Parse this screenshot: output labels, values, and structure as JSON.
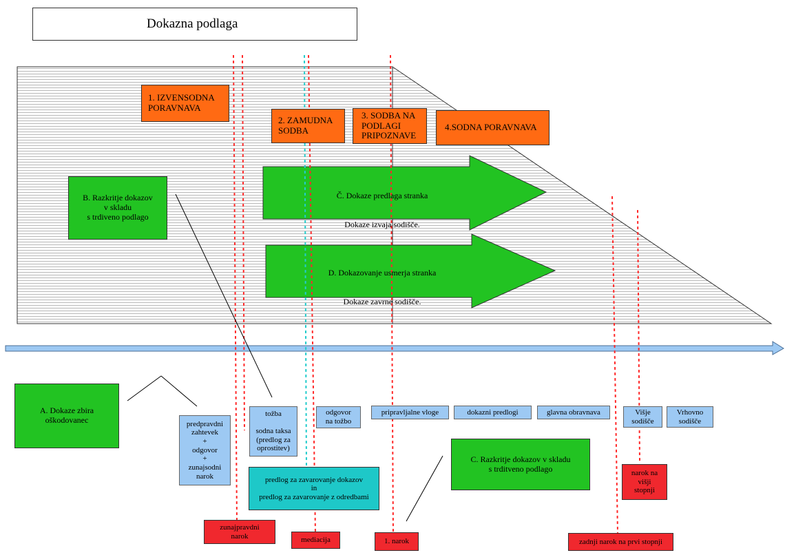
{
  "title": "Dokazna podlaga",
  "stages": [
    {
      "label": "1. IZVENSODNA\nPORAVNAVA"
    },
    {
      "label": "2. ZAMUDNA\n SODBA"
    },
    {
      "label": "3. SODBA NA\nPODLAGI\nPRIPOZNAVE"
    },
    {
      "label": "4.SODNA PORAVNAVA"
    }
  ],
  "arrows": [
    {
      "line1": "Č. Dokaze predlaga stranka",
      "line2": "Dokaze izvaja sodišče."
    },
    {
      "line1": "D. Dokazovanje usmerja stranka",
      "line2": "Dokaze zavrne sodišče."
    }
  ],
  "green_boxes": {
    "a": "A. Dokaze zbira\noškodovanec",
    "b": "B. Razkritje dokazov\nv skladu\ns trdiveno podlago",
    "c": "C. Razkritje dokazov v skladu\ns trditveno podlago"
  },
  "blue_boxes": {
    "predpravdni": "predpravdni\nzahtevek\n+\nodgovor\n+\nzunajsodni\nnarok",
    "tozba": "tožba\n\nsodna taksa\n(predlog za\noprostitev)",
    "odgovor": "odgovor\nna tožbo",
    "pripravljalne": "pripravljalne vloge",
    "dokazni": "dokazni predlogi",
    "glavna": "glavna obravnava",
    "visje": "Višje\nsodišče",
    "vrhovno": "Vrhovno\nsodišče"
  },
  "teal_box": "predlog za zavarovanje dokazov\nin\npredlog za zavarovanje z odredbami",
  "red_boxes": {
    "zunajpravdni": "zunajpravdni\nnarok",
    "mediacija": "mediacija",
    "narok1": "1. narok",
    "zadnji": "zadnji narok na prvi stopnji",
    "visji": "narok na\nvišji\nstopnji"
  },
  "colors": {
    "orange": "#ff6a13",
    "green": "#22c322",
    "blue": "#9dc9f3",
    "teal": "#1ec8c8",
    "red": "#f0282e",
    "dotted_red": "#ff2a2a",
    "dotted_cyan": "#22cccc",
    "timeline": "#9dc9f3"
  }
}
